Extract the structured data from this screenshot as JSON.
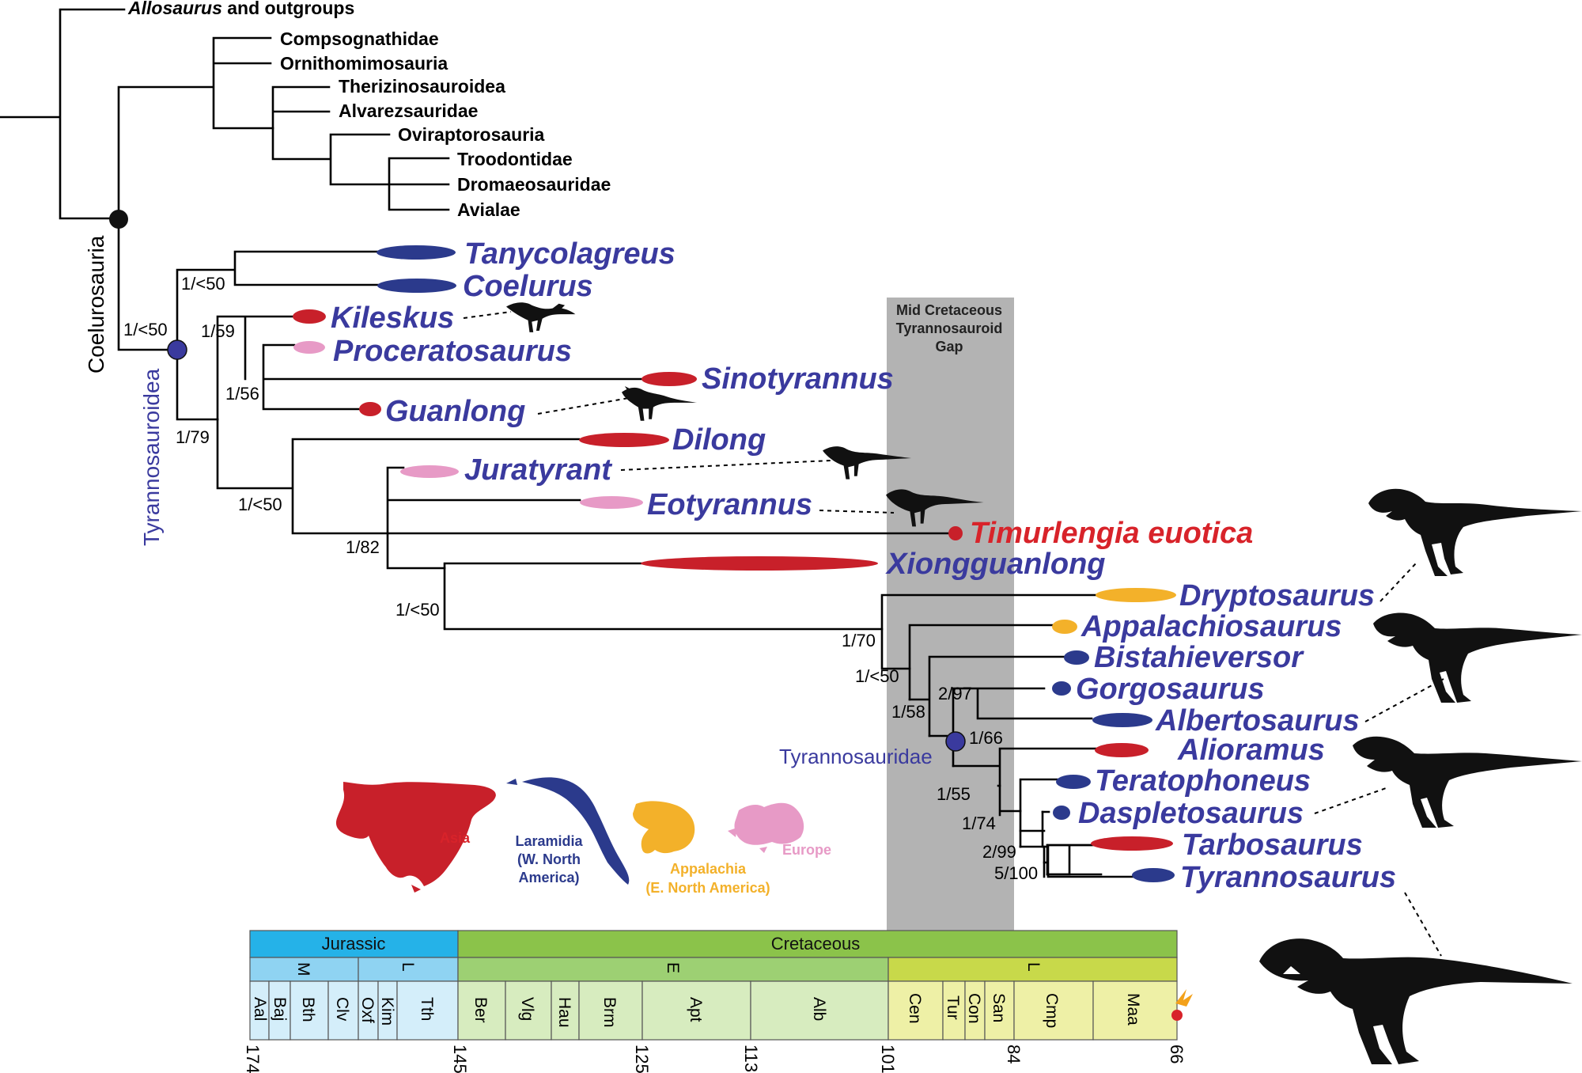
{
  "colors": {
    "asia": "#c8202a",
    "laramidia": "#2b3a8c",
    "appalachia": "#f3b12a",
    "europe": "#e79ac6",
    "gap": "#b3b3b3",
    "jurassic": "#25b2e8",
    "jurassic_sub": "#8fd3f2",
    "jurassic_stage": "#d4eefa",
    "cretaceous": "#8bc34a",
    "early_cret": "#9dd073",
    "early_cret_stage": "#d7ecbf",
    "late_cret": "#c8d94a",
    "late_cret_stage": "#eef0a6",
    "label_blue": "#3a3a9e",
    "label_red": "#d8232a"
  },
  "outgroups": {
    "allosaurus": "Allosaurus",
    "allosaurus_rest": " and outgroups",
    "taxa": [
      "Compsognathidae",
      "Ornithomimosauria",
      "Therizinosauroidea",
      "Alvarezsauridae",
      "Oviraptorosauria",
      "Troodontidae",
      "Dromaeosauridae",
      "Avialae"
    ]
  },
  "clades": {
    "coelurosauria": "Coelurosauria",
    "tyrannosauroidea": "Tyrannosauroidea",
    "tyrannosauridae": "Tyrannosauridae"
  },
  "taxa": [
    {
      "name": "Tanycolagreus",
      "region": "laramidia"
    },
    {
      "name": "Coelurus",
      "region": "laramidia"
    },
    {
      "name": "Kileskus",
      "region": "asia"
    },
    {
      "name": "Proceratosaurus",
      "region": "europe"
    },
    {
      "name": "Sinotyrannus",
      "region": "asia"
    },
    {
      "name": "Guanlong",
      "region": "asia"
    },
    {
      "name": "Dilong",
      "region": "asia"
    },
    {
      "name": "Juratyrant",
      "region": "europe"
    },
    {
      "name": "Eotyrannus",
      "region": "europe"
    },
    {
      "name": "Timurlengia euotica",
      "region": "asia"
    },
    {
      "name": "Xiongguanlong",
      "region": "asia"
    },
    {
      "name": "Dryptosaurus",
      "region": "appalachia"
    },
    {
      "name": "Appalachiosaurus",
      "region": "appalachia"
    },
    {
      "name": "Bistahieversor",
      "region": "laramidia"
    },
    {
      "name": "Gorgosaurus",
      "region": "laramidia"
    },
    {
      "name": "Albertosaurus",
      "region": "laramidia"
    },
    {
      "name": "Alioramus",
      "region": "asia"
    },
    {
      "name": "Teratophoneus",
      "region": "laramidia"
    },
    {
      "name": "Daspletosaurus",
      "region": "laramidia"
    },
    {
      "name": "Tarbosaurus",
      "region": "asia"
    },
    {
      "name": "Tyrannosaurus",
      "region": "laramidia"
    }
  ],
  "support": [
    "1/<50",
    "1/<50",
    "1/59",
    "1/56",
    "1/79",
    "1/<50",
    "1/82",
    "1/<50",
    "1/70",
    "1/<50",
    "2/97",
    "1/58",
    "1/66",
    "1/55",
    "1/74",
    "2/99",
    "5/100"
  ],
  "gap_label": [
    "Mid Cretaceous",
    "Tyrannosauroid",
    "Gap"
  ],
  "map_labels": {
    "asia": "Asia",
    "laramidia": [
      "Laramidia",
      "(W. North",
      "America)"
    ],
    "appalachia": [
      "Appalachia",
      "(E. North America)"
    ],
    "europe": "Europe"
  },
  "timescale": {
    "periods": [
      "Jurassic",
      "Cretaceous"
    ],
    "epochs": [
      "M",
      "L",
      "E",
      "L"
    ],
    "stages": [
      "Aal",
      "Baj",
      "Bth",
      "Clv",
      "Oxf",
      "Kim",
      "Tth",
      "Ber",
      "Vlg",
      "Hau",
      "Brm",
      "Apt",
      "Alb",
      "Cen",
      "Tur",
      "Con",
      "San",
      "Cmp",
      "Maa"
    ],
    "ages": [
      "174",
      "145",
      "125",
      "113",
      "101",
      "84",
      "66"
    ]
  }
}
